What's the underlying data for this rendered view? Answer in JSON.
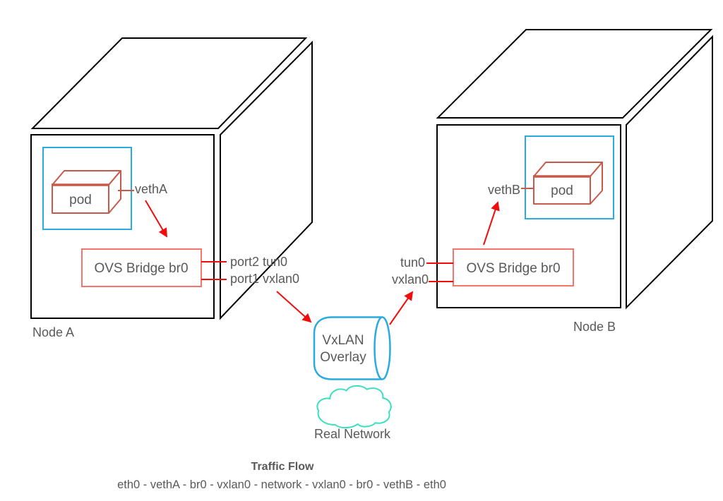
{
  "colors": {
    "outline": "#000000",
    "namespace_blue": "#29ABE2",
    "pod_brick": "#C85A4C",
    "bridge_salmon": "#F4756B",
    "arrow_red": "#F20D0D",
    "cloud_turquoise": "#3AE0C0",
    "text_gray": "#595959",
    "background": "#FFFFFF"
  },
  "node_a": {
    "label": "Node A",
    "pod_label": "pod",
    "veth_label": "vethA",
    "bridge_label": "OVS Bridge br0",
    "port_labels": [
      "port2 tun0",
      "port1 vxlan0"
    ]
  },
  "node_b": {
    "label": "Node B",
    "pod_label": "pod",
    "veth_label": "vethB",
    "bridge_label": "OVS Bridge br0",
    "port_labels": [
      "tun0",
      "vxlan0"
    ]
  },
  "overlay": {
    "cylinder_label": [
      "VxLAN",
      "Overlay"
    ],
    "cloud_label": "Real Network"
  },
  "footer": {
    "title": "Traffic Flow",
    "sequence": "eth0 - vethA - br0 - vxlan0 - network - vxlan0 - br0 - vethB - eth0"
  }
}
